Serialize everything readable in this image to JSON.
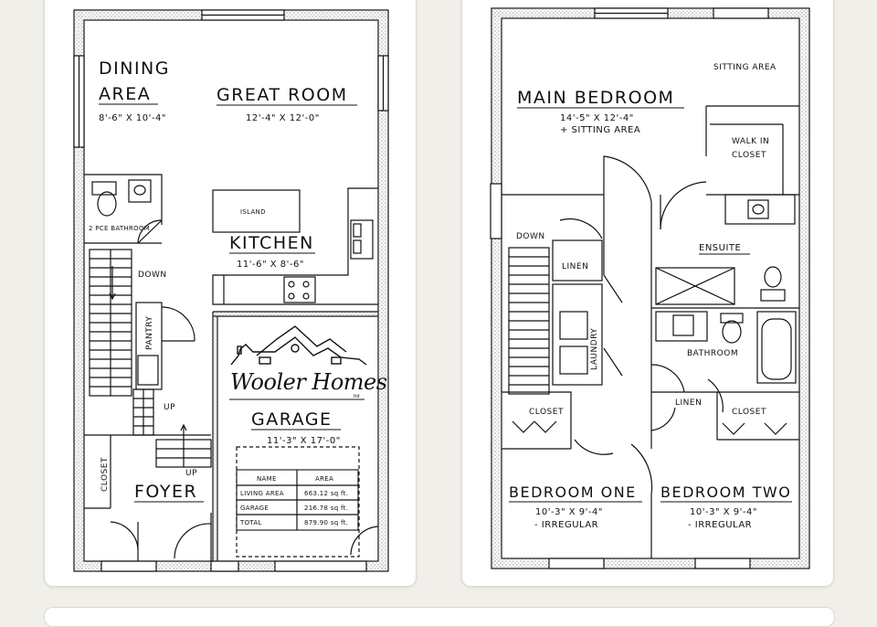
{
  "colors": {
    "background": "#f1efea",
    "card": "#ffffff",
    "line": "#111111"
  },
  "ground_floor": {
    "dining_title_1": "DINING",
    "dining_title_2": "AREA",
    "dining_dim": "8'-6\" X 10'-4\"",
    "great_room_title": "GREAT ROOM",
    "great_room_dim": "12'-4\" X 12'-0\"",
    "island_label": "ISLAND",
    "bathroom_label": "2 PCE  BATHROOM",
    "kitchen_title": "KITCHEN",
    "kitchen_dim": "11'-6\" X 8'-6\"",
    "down_label": "DOWN",
    "pantry_label": "PANTRY",
    "up_label_1": "UP",
    "up_label_2": "UP",
    "closet_label": "CLOSET",
    "foyer_title": "FOYER",
    "logo_text": "Wooler Homes",
    "logo_small": "ltd",
    "garage_title": "GARAGE",
    "garage_dim": "11'-3\" X 17'-0\"",
    "area_table": {
      "headers": [
        "NAME",
        "AREA"
      ],
      "rows": [
        [
          "LIVING AREA",
          "663.12 sq ft."
        ],
        [
          "GARAGE",
          "216.78 sq ft."
        ],
        [
          "TOTAL",
          "879.90 sq ft."
        ]
      ]
    }
  },
  "upper_floor": {
    "sitting_area_label": "SITTING AREA",
    "main_bedroom_title": "MAIN BEDROOM",
    "main_bedroom_dim": "14'-5\" X 12'-4\"",
    "main_bedroom_note": "+ SITTING AREA",
    "walk_in_1": "WALK IN",
    "walk_in_2": "CLOSET",
    "down_label": "DOWN",
    "linen_label_1": "LINEN",
    "ensuite_label": "ENSUITE",
    "laundry_label": "LAUNDRY",
    "bathroom_label": "BATHROOM",
    "linen_label_2": "LINEN",
    "closet_label_1": "CLOSET",
    "closet_label_2": "CLOSET",
    "bedroom_one_title": "BEDROOM ONE",
    "bedroom_one_dim": "10'-3\" X 9'-4\"",
    "bedroom_one_note": "- IRREGULAR",
    "bedroom_two_title": "BEDROOM TWO",
    "bedroom_two_dim": "10'-3\" X 9'-4\"",
    "bedroom_two_note": "- IRREGULAR"
  }
}
